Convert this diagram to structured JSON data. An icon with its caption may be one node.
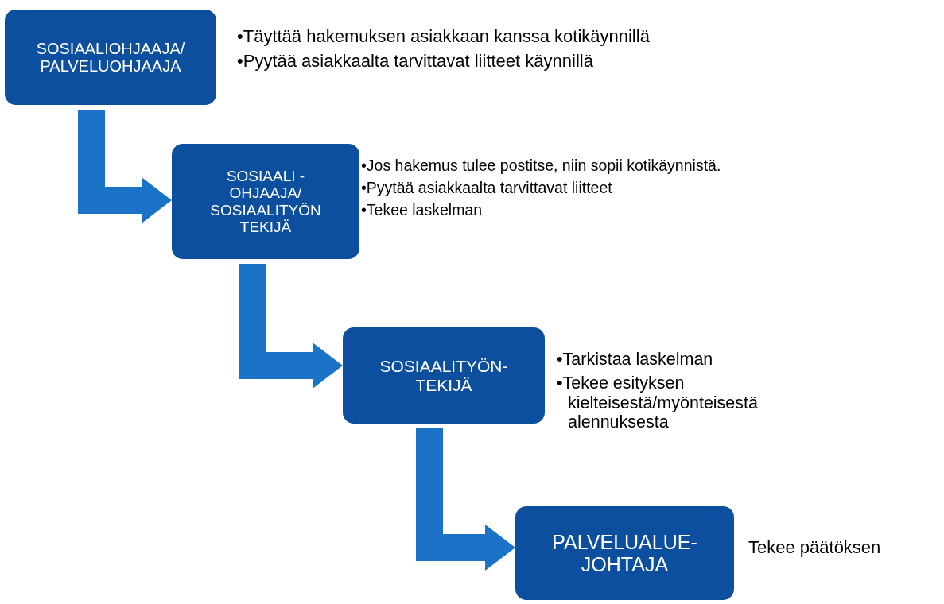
{
  "diagram": {
    "nodes": [
      {
        "text": [
          "SOSIAALIOHJAAJA/ PALVELUOHJAAJA"
        ],
        "beside": [
          "•Täyttää hakemuksen asiakkaan kanssa kotikäynnillä",
          "•Pyytää asiakkaalta tarvittavat liitteet käynnillä"
        ]
      },
      {
        "text": [
          "SOSIAALI - OHJAAJA/ SOSIAALITYÖN TEKIJÄ"
        ],
        "beside": [
          "•Jos hakemus tulee postitse, niin sopii kotikäynnistä.",
          "•Pyytää asiakkaalta tarvittavat liitteet",
          "•Tekee laskelman"
        ]
      },
      {
        "text": [
          "SOSIAALITYÖN- TEKIJÄ"
        ],
        "beside": [
          "•Tarkistaa laskelman",
          "•Tekee esityksen kielteisestä/myönteisestä alennuksesta"
        ]
      },
      {
        "text": [
          "PALVELUALUE- JOHTAJA"
        ],
        "beside": [
          "Tekee päätöksen"
        ]
      }
    ],
    "edges": [
      {
        "from": 0,
        "to": 1,
        "arrow": "to"
      },
      {
        "from": 1,
        "to": 2,
        "arrow": "to"
      },
      {
        "from": 2,
        "to": 3,
        "arrow": "to"
      }
    ]
  }
}
